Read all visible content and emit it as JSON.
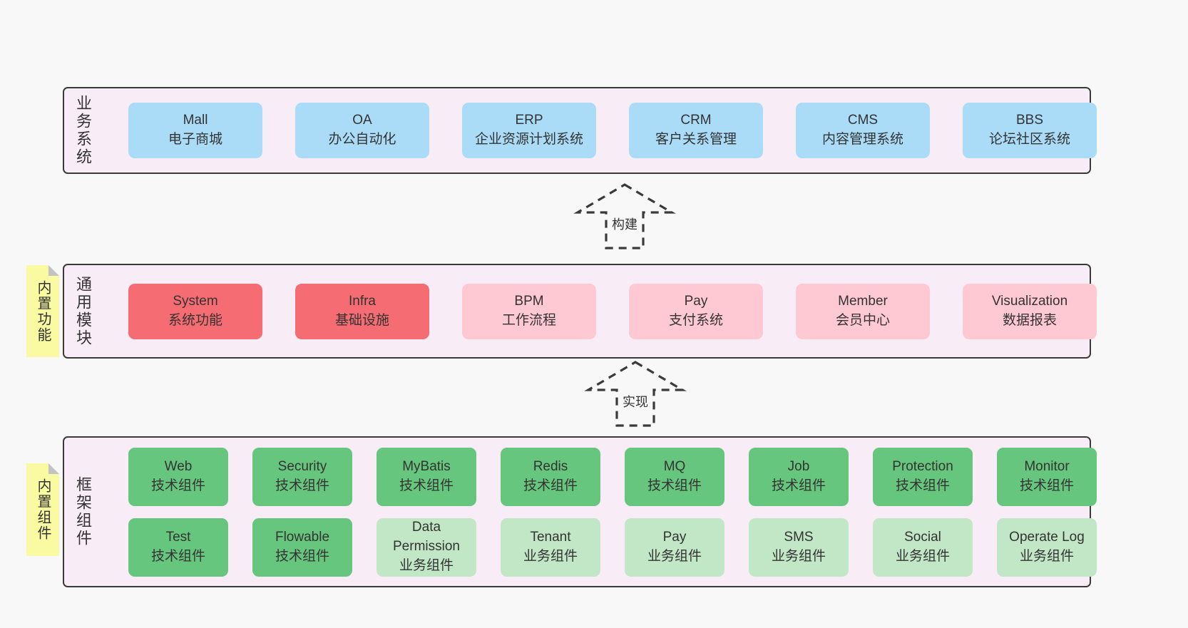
{
  "diagram": {
    "bands": [
      {
        "label": "业务系统",
        "boxes": [
          {
            "title": "Mall",
            "subtitle": "电子商城",
            "variant": "blue"
          },
          {
            "title": "OA",
            "subtitle": "办公自动化",
            "variant": "blue"
          },
          {
            "title": "ERP",
            "subtitle": "企业资源计划系统",
            "variant": "blue"
          },
          {
            "title": "CRM",
            "subtitle": "客户关系管理",
            "variant": "blue"
          },
          {
            "title": "CMS",
            "subtitle": "内容管理系统",
            "variant": "blue"
          },
          {
            "title": "BBS",
            "subtitle": "论坛社区系统",
            "variant": "blue"
          }
        ]
      },
      {
        "label": "通用模块",
        "note": "内置功能",
        "boxes": [
          {
            "title": "System",
            "subtitle": "系统功能",
            "variant": "red"
          },
          {
            "title": "Infra",
            "subtitle": "基础设施",
            "variant": "red"
          },
          {
            "title": "BPM",
            "subtitle": "工作流程",
            "variant": "pink"
          },
          {
            "title": "Pay",
            "subtitle": "支付系统",
            "variant": "pink"
          },
          {
            "title": "Member",
            "subtitle": "会员中心",
            "variant": "pink"
          },
          {
            "title": "Visualization",
            "subtitle": "数据报表",
            "variant": "pink"
          }
        ]
      },
      {
        "label": "框架组件",
        "note": "内置组件",
        "rows": [
          [
            {
              "title": "Web",
              "subtitle": "技术组件",
              "variant": "green"
            },
            {
              "title": "Security",
              "subtitle": "技术组件",
              "variant": "green"
            },
            {
              "title": "MyBatis",
              "subtitle": "技术组件",
              "variant": "green"
            },
            {
              "title": "Redis",
              "subtitle": "技术组件",
              "variant": "green"
            },
            {
              "title": "MQ",
              "subtitle": "技术组件",
              "variant": "green"
            },
            {
              "title": "Job",
              "subtitle": "技术组件",
              "variant": "green"
            },
            {
              "title": "Protection",
              "subtitle": "技术组件",
              "variant": "green"
            },
            {
              "title": "Monitor",
              "subtitle": "技术组件",
              "variant": "green"
            }
          ],
          [
            {
              "title": "Test",
              "subtitle": "技术组件",
              "variant": "green"
            },
            {
              "title": "Flowable",
              "subtitle": "技术组件",
              "variant": "green"
            },
            {
              "title": "Data Permission",
              "subtitle": "业务组件",
              "variant": "lightgreen"
            },
            {
              "title": "Tenant",
              "subtitle": "业务组件",
              "variant": "lightgreen"
            },
            {
              "title": "Pay",
              "subtitle": "业务组件",
              "variant": "lightgreen"
            },
            {
              "title": "SMS",
              "subtitle": "业务组件",
              "variant": "lightgreen"
            },
            {
              "title": "Social",
              "subtitle": "业务组件",
              "variant": "lightgreen"
            },
            {
              "title": "Operate Log",
              "subtitle": "业务组件",
              "variant": "lightgreen"
            }
          ]
        ]
      }
    ],
    "arrows": [
      {
        "label": "构建"
      },
      {
        "label": "实现"
      }
    ],
    "colors": {
      "page_bg": "#f8f8f8",
      "band_bg": "#f8edf6",
      "band_border": "#3a3a3a",
      "blue": "#aadcf7",
      "red": "#f56c73",
      "pink": "#ffc9d3",
      "green": "#67c67d",
      "light_green": "#c1e7c6",
      "note_yellow": "#fafaa2",
      "text": "#333333"
    }
  }
}
